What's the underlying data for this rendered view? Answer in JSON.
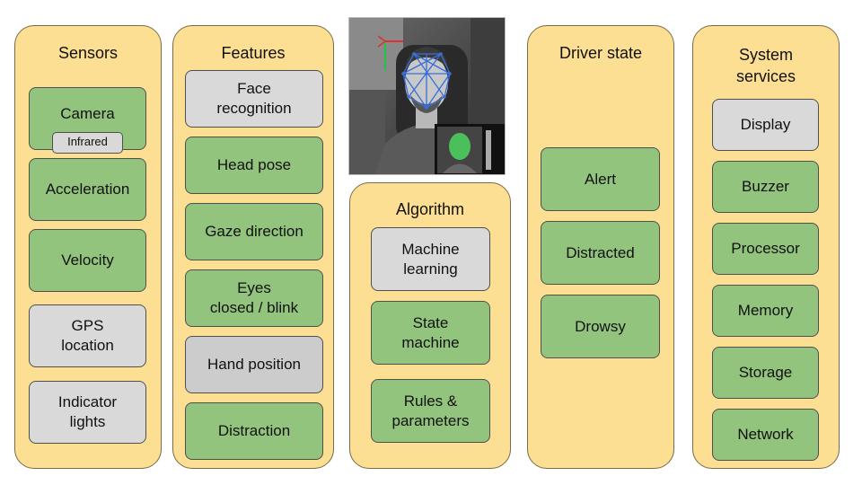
{
  "sensors": {
    "title": "Sensors",
    "items": [
      "Camera",
      "Acceleration",
      "Velocity",
      "GPS\nlocation",
      "Indicator\nlights"
    ],
    "camera_badge": "Infrared"
  },
  "features": {
    "title": "Features",
    "items": [
      "Face\nrecognition",
      "Head pose",
      "Gaze direction",
      "Eyes\nclosed / blink",
      "Hand position",
      "Distraction"
    ]
  },
  "algorithm": {
    "title": "Algorithm",
    "items": [
      "Machine\nlearning",
      "State\nmachine",
      "Rules &\nparameters"
    ]
  },
  "driver_state": {
    "title": "Driver state",
    "items": [
      "Alert",
      "Distracted",
      "Drowsy"
    ]
  },
  "system_services": {
    "title": "System\nservices",
    "items": [
      "Display",
      "Buzzer",
      "Processor",
      "Memory",
      "Storage",
      "Network"
    ]
  },
  "colors": {
    "panel": "#fddf94",
    "active_box": "#93c47d",
    "inactive_box": "#d9d9d9"
  }
}
